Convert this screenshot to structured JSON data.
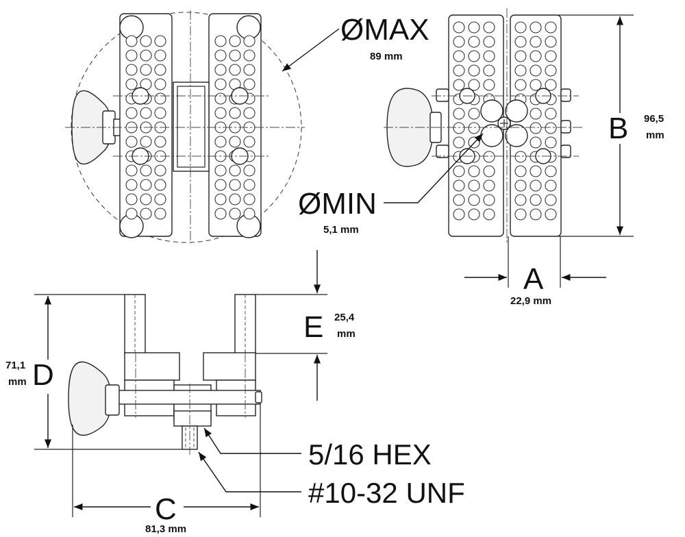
{
  "labels": {
    "max_title": "ØMAX",
    "max_value": "89 mm",
    "min_title": "ØMIN",
    "min_value": "5,1 mm",
    "b_title": "B",
    "b_value_line1": "96,5",
    "b_value_line2": "mm",
    "a_title": "A",
    "a_value": "22,9 mm",
    "e_title": "E",
    "e_value_line1": "25,4",
    "e_value_line2": "mm",
    "d_title": "D",
    "d_value_line1": "71,1",
    "d_value_line2": "mm",
    "c_title": "C",
    "c_value": "81,3 mm",
    "hex_callout": "5/16 HEX",
    "thread_callout": "#10-32 UNF"
  }
}
